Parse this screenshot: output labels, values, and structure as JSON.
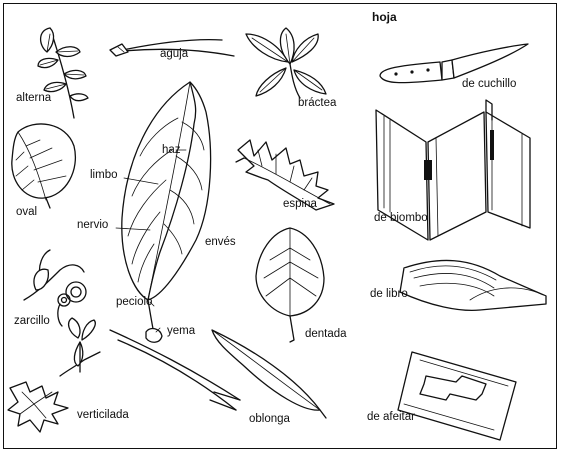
{
  "title": "hoja",
  "labels": {
    "alterna": "alterna",
    "aguja": "aguja",
    "bractea": "bráctea",
    "de_cuchillo": "de cuchillo",
    "limbo": "limbo",
    "haz": "haz",
    "oval": "oval",
    "espina": "espina",
    "nervio": "nervio",
    "de_biombo": "de biombo",
    "enves": "envés",
    "zarcillo": "zarcillo",
    "peciolo": "peciolo",
    "yema": "yema",
    "dentada": "dentada",
    "de_libro": "de libro",
    "verticilada": "verticilada",
    "oblonga": "oblonga",
    "de_afeitar": "de afeitar"
  },
  "colors": {
    "ink": "#111111",
    "paper": "#ffffff"
  }
}
